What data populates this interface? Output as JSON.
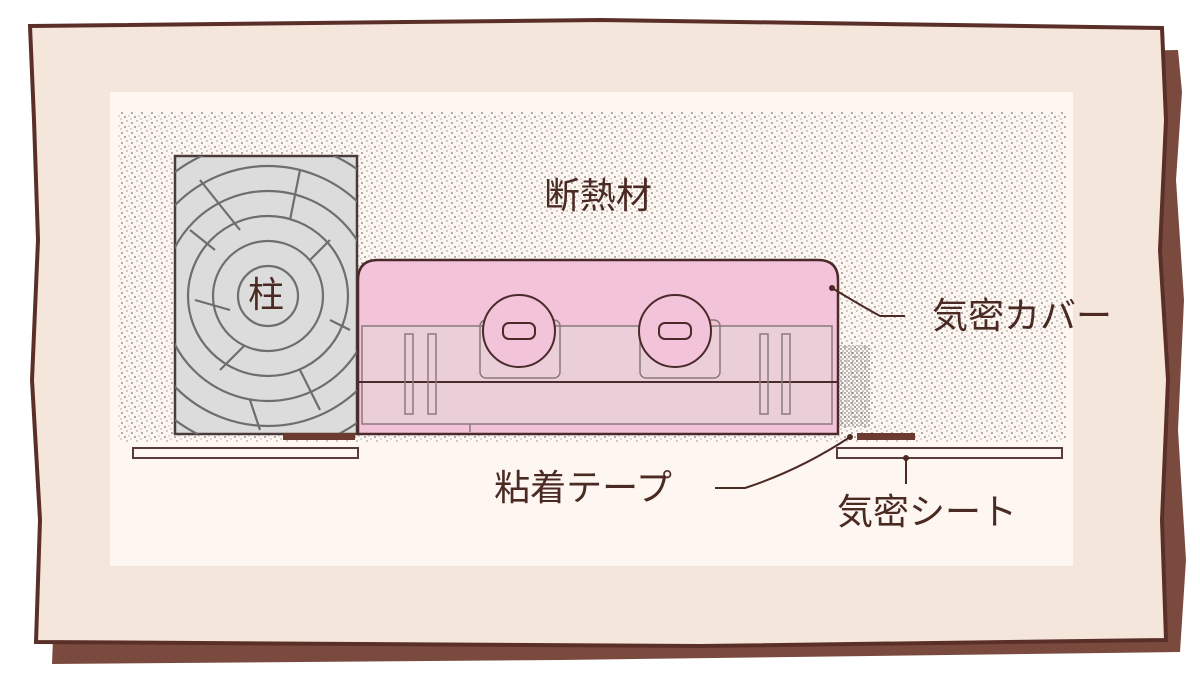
{
  "labels": {
    "insulation": "断熱材",
    "pillar": "柱",
    "airtight_cover": "気密カバー",
    "adhesive_tape": "粘着テープ",
    "airtight_sheet": "気密シート"
  },
  "colors": {
    "frame_shadow": "#7a4a3f",
    "frame_outline": "#5a2f28",
    "frame_fill": "#f5e6db",
    "panel_fill": "#fdf6f1",
    "insulation_dots": "#6b6b6b",
    "pillar_fill": "#dcdcdc",
    "cover_fill": "#f3c3d9",
    "tape": "#6b3a30",
    "text": "#4a2a22"
  }
}
